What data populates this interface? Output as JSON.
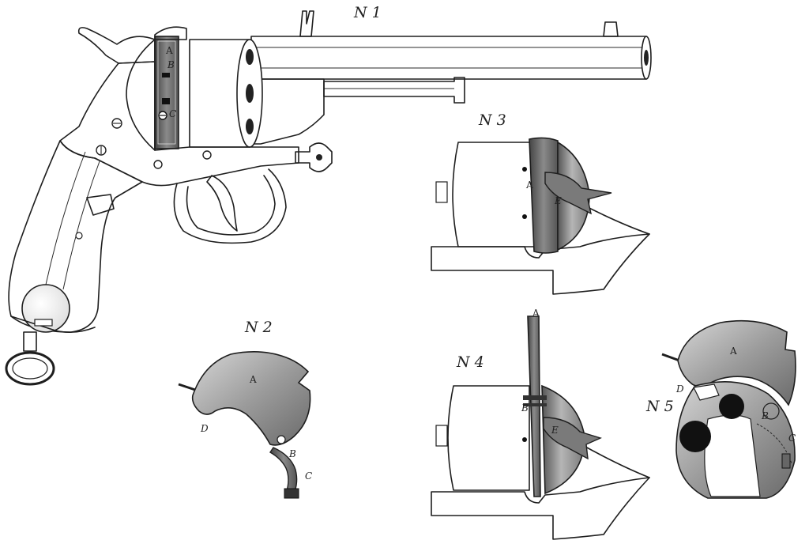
{
  "figures": {
    "fig1": {
      "number": "N 1",
      "labels": {
        "a": "A",
        "b": "B",
        "c": "C"
      }
    },
    "fig2": {
      "number": "N 2",
      "labels": {
        "a": "A",
        "b": "B",
        "c": "C",
        "d": "D"
      }
    },
    "fig3": {
      "number": "N 3",
      "labels": {
        "a": "A",
        "e": "E"
      }
    },
    "fig4": {
      "number": "N 4",
      "labels": {
        "a_top": "A",
        "b": "B",
        "e": "E"
      }
    },
    "fig5": {
      "number": "N 5",
      "labels": {
        "a": "A",
        "b": "B",
        "c": "C",
        "d": "D"
      }
    }
  },
  "colors": {
    "ink": "#1e1e1e",
    "paper": "#ffffff",
    "metal_light": "#cfcfcf",
    "metal_mid": "#9a9a9a",
    "metal_dark": "#5f5f5f",
    "black": "#111111"
  }
}
